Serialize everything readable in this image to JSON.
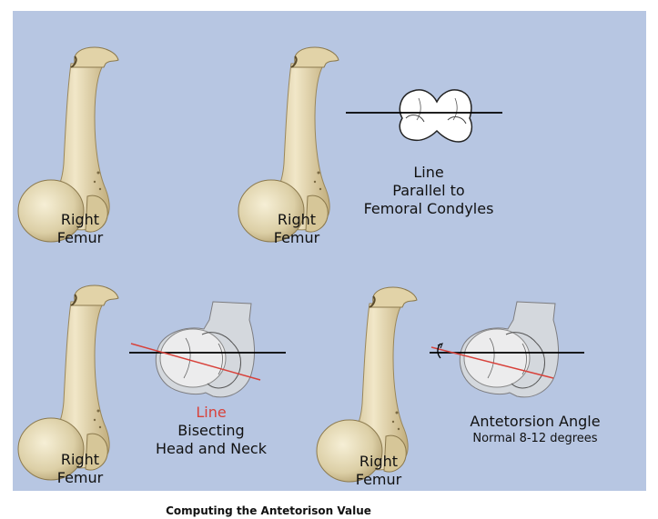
{
  "figure": {
    "caption": "Computing the Antetorison Value",
    "femur_label_line1": "Right",
    "femur_label_line2": "Femur",
    "panel_condyles": {
      "line1": "Line",
      "line2": "Parallel to",
      "line3": "Femoral Condyles"
    },
    "panel_bisect": {
      "line1": "Line",
      "line2": "Bisecting",
      "line3": "Head and Neck"
    },
    "panel_angle": {
      "line1": "Antetorsion Angle",
      "line2": "Normal 8-12 degrees"
    }
  },
  "colors": {
    "panel_background": "#b7c6e2",
    "bone": "#e8dcb4",
    "bisect_line": "#d8413a",
    "condyle_line": "#000000"
  }
}
